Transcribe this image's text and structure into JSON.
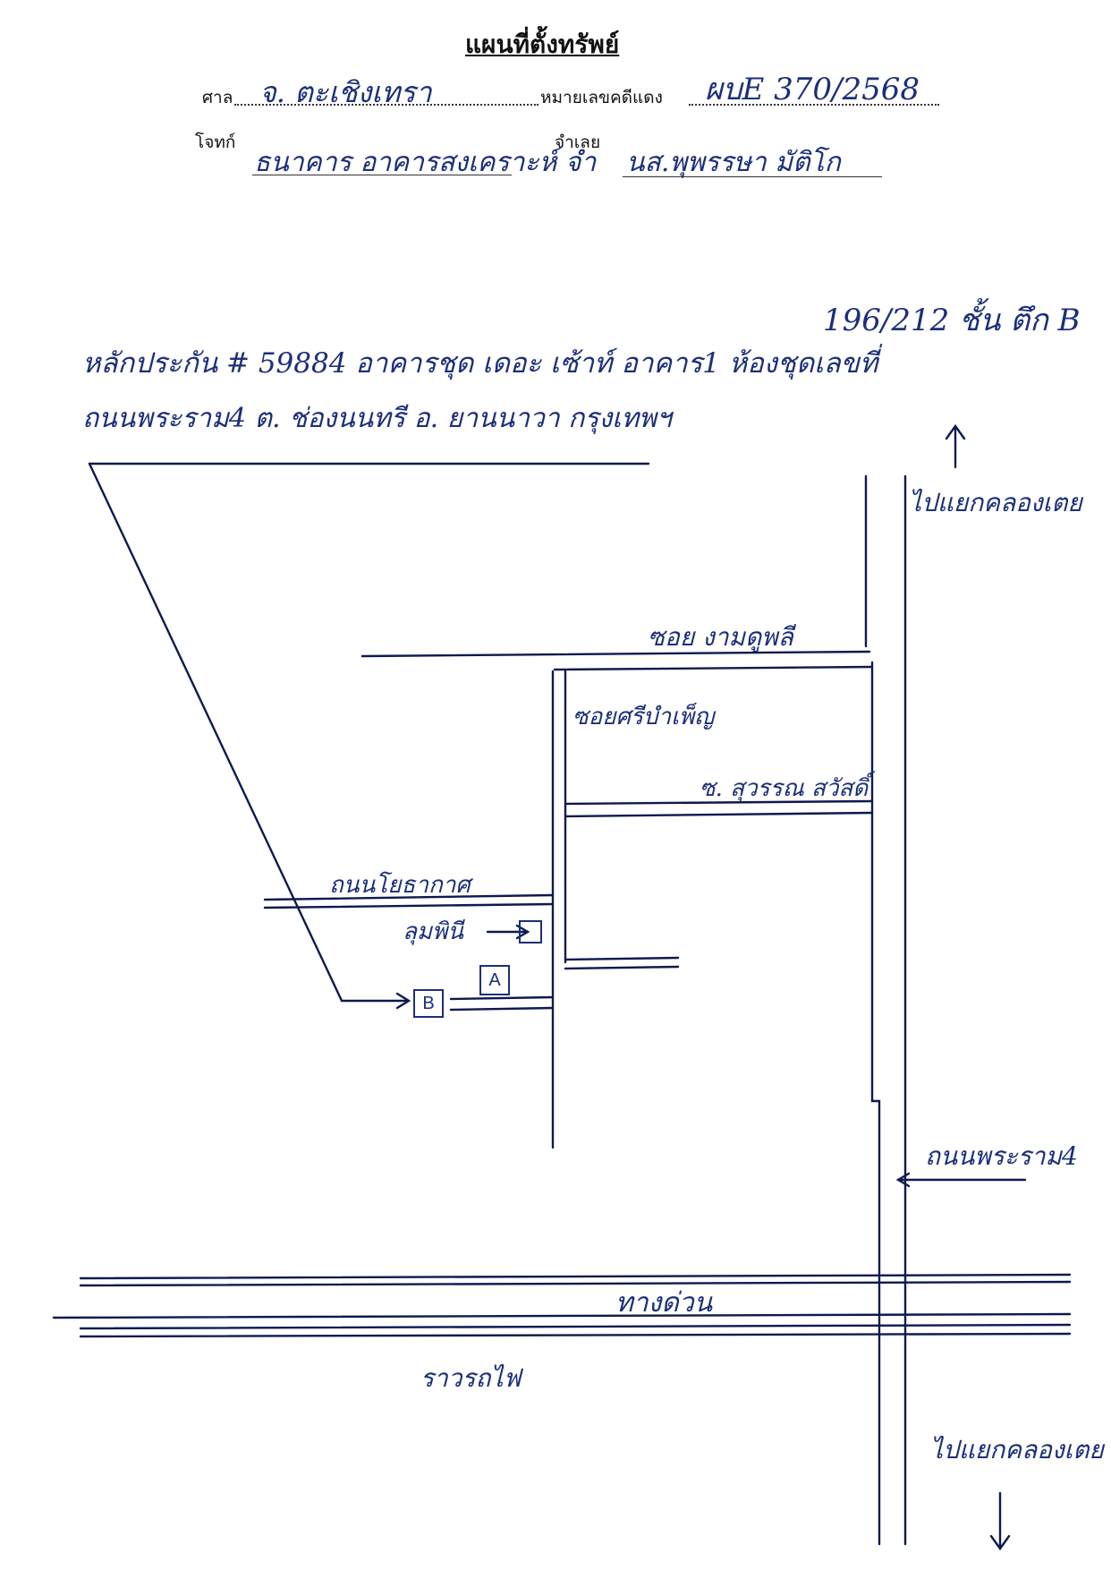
{
  "header": {
    "title": "แผนที่ตั้งทรัพย์",
    "court_label": "ศาล",
    "court_value": "จ. ตะเชิงเทรา",
    "case_label": "หมายเลขคดีแดง",
    "case_value": "ผบE 370/2568",
    "plaintiff_label": "โจทก์",
    "plaintiff_value": "ธนาคาร อาคารสงเคราะห์ จำ",
    "defendant_label": "จำเลย",
    "defendant_value": "นส.พุพรรษา มัติโก"
  },
  "property": {
    "line1": "หลักประกัน # 59884 อาคารชุด เดอะ เซ้าท์ อาคาร1 ห้องชุดเลขที่",
    "unit_number": "196/212 ชั้น ตึก B",
    "line2": "ถนนพระราม4 ต. ช่องนนทรี อ. ยานนาวา กรุงเทพฯ"
  },
  "map": {
    "direction_top": "ไปแยกคลองเตย",
    "soi_top": "ซอย งามดูพลี",
    "soi_si": "ซอยศรีบำเพ็ญ",
    "soi_sutham": "ซ. สุวรรณ สวัสดิ์",
    "road_left": "ถนนโยธากาศ",
    "lumphini": "ลุมพินี",
    "marker_a": "A",
    "marker_b": "B",
    "road_right": "ถนนพระราม4",
    "expressway": "ทางด่วน",
    "railway": "ราวรถไฟ",
    "direction_bottom": "ไปแยกคลองเตย"
  }
}
